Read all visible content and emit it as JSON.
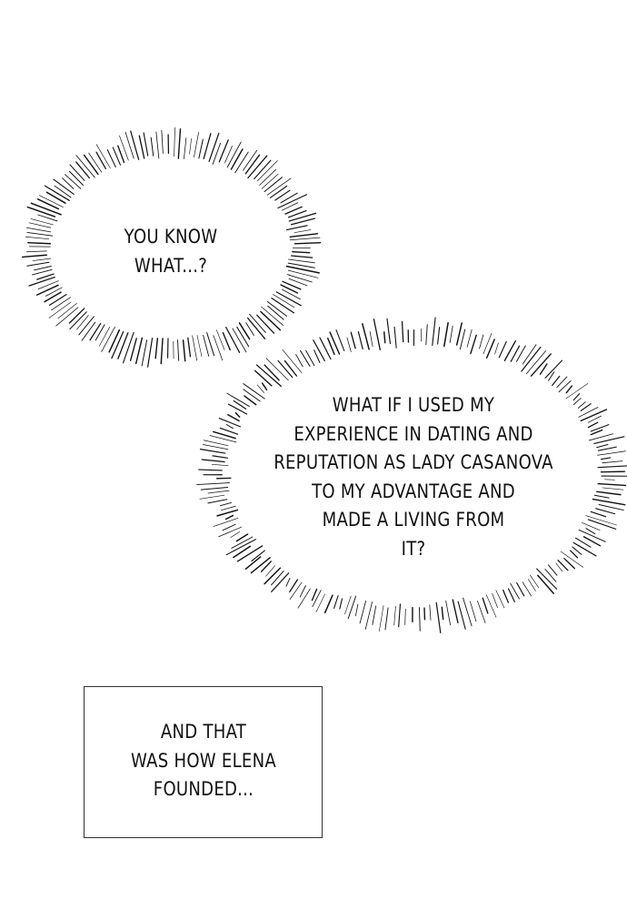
{
  "bubbles": [
    {
      "lines": [
        "YOU KNOW",
        "WHAT...?"
      ]
    },
    {
      "lines": [
        "WHAT IF I USED MY",
        "EXPERIENCE IN DATING AND",
        "REPUTATION AS LADY CASANOVA",
        "TO MY ADVANTAGE AND",
        "MADE A LIVING FROM",
        "IT?"
      ]
    }
  ],
  "caption": {
    "lines": [
      "AND THAT",
      "WAS HOW ELENA",
      "FOUNDED..."
    ]
  },
  "colors": {
    "ink": "#111111",
    "background": "#ffffff"
  }
}
